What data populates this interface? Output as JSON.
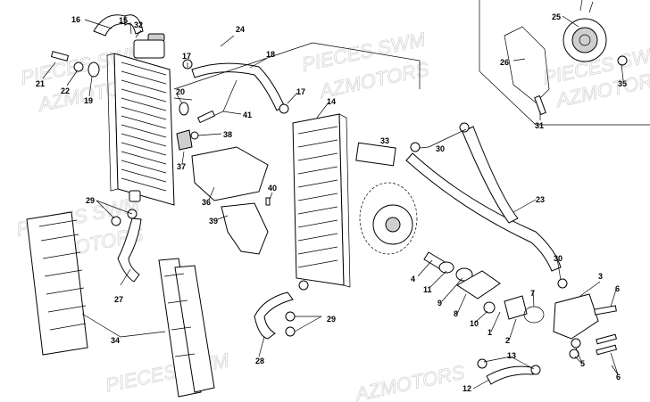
{
  "watermark": {
    "line1": "PIECES SWM",
    "line2": "AZMOTORS"
  },
  "colors": {
    "line": "#000000",
    "part_fill": "#ffffff",
    "shade": "#cfcfcf",
    "watermark": "#d6d6d6"
  },
  "callouts": [
    {
      "id": "c16",
      "text": "16"
    },
    {
      "id": "c15",
      "text": "15"
    },
    {
      "id": "c32",
      "text": "32"
    },
    {
      "id": "c24",
      "text": "24"
    },
    {
      "id": "c17a",
      "text": "17"
    },
    {
      "id": "c18",
      "text": "18"
    },
    {
      "id": "c21",
      "text": "21"
    },
    {
      "id": "c22",
      "text": "22"
    },
    {
      "id": "c19",
      "text": "19"
    },
    {
      "id": "c20",
      "text": "20"
    },
    {
      "id": "c41",
      "text": "41"
    },
    {
      "id": "c17b",
      "text": "17"
    },
    {
      "id": "c14",
      "text": "14"
    },
    {
      "id": "c38",
      "text": "38"
    },
    {
      "id": "c37",
      "text": "37"
    },
    {
      "id": "c36",
      "text": "36"
    },
    {
      "id": "c33",
      "text": "33"
    },
    {
      "id": "c30a",
      "text": "30"
    },
    {
      "id": "c40",
      "text": "40"
    },
    {
      "id": "c39",
      "text": "39"
    },
    {
      "id": "c29a",
      "text": "29"
    },
    {
      "id": "c27",
      "text": "27"
    },
    {
      "id": "c34",
      "text": "34"
    },
    {
      "id": "c28",
      "text": "28"
    },
    {
      "id": "c29b",
      "text": "29"
    },
    {
      "id": "c23",
      "text": "23"
    },
    {
      "id": "c4",
      "text": "4"
    },
    {
      "id": "c11",
      "text": "11"
    },
    {
      "id": "c9",
      "text": "9"
    },
    {
      "id": "c8",
      "text": "8"
    },
    {
      "id": "c10",
      "text": "10"
    },
    {
      "id": "c1",
      "text": "1"
    },
    {
      "id": "c2",
      "text": "2"
    },
    {
      "id": "c7",
      "text": "7"
    },
    {
      "id": "c30b",
      "text": "30"
    },
    {
      "id": "c3",
      "text": "3"
    },
    {
      "id": "c6a",
      "text": "6"
    },
    {
      "id": "c5",
      "text": "5"
    },
    {
      "id": "c6b",
      "text": "6"
    },
    {
      "id": "c13",
      "text": "13"
    },
    {
      "id": "c12",
      "text": "12"
    },
    {
      "id": "c25",
      "text": "25"
    },
    {
      "id": "c26",
      "text": "26"
    },
    {
      "id": "c35",
      "text": "35"
    },
    {
      "id": "c31",
      "text": "31"
    }
  ]
}
